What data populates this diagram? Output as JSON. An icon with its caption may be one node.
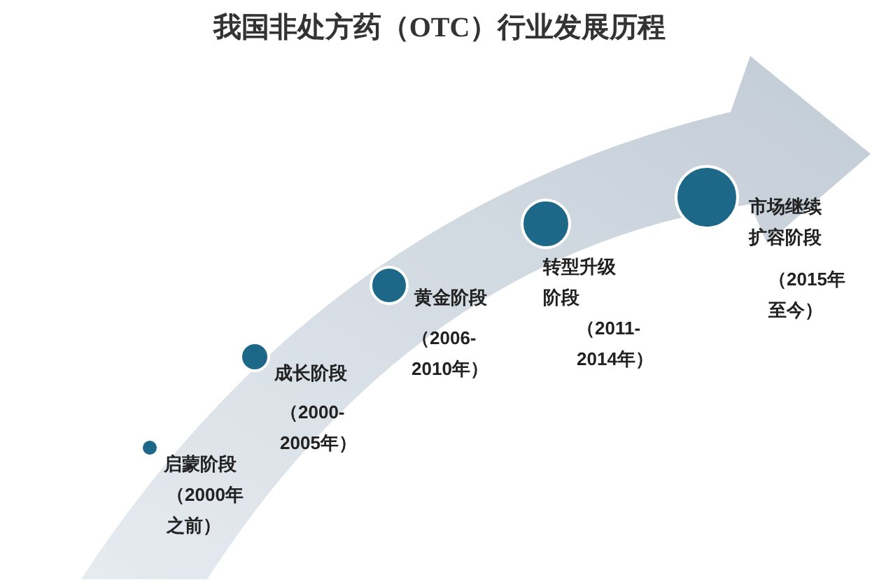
{
  "diagram": {
    "title": "我国非处方药（OTC）行业发展历程",
    "nodes": [
      {
        "text": [],
        "shape": "circle",
        "beside": [
          "启蒙阶段",
          "（2000年之前）"
        ]
      },
      {
        "text": [],
        "shape": "circle",
        "beside": [
          "成长阶段",
          "（2000-2005年）"
        ]
      },
      {
        "text": [],
        "shape": "circle",
        "beside": [
          "黄金阶段",
          "（2006-2010年）"
        ]
      },
      {
        "text": [],
        "shape": "circle",
        "beside": [
          "转型升级阶段",
          "（2011-2014年）"
        ]
      },
      {
        "text": [],
        "shape": "circle",
        "beside": [
          "市场继续扩容阶段",
          "（2015年至今）"
        ]
      }
    ],
    "edges": []
  }
}
